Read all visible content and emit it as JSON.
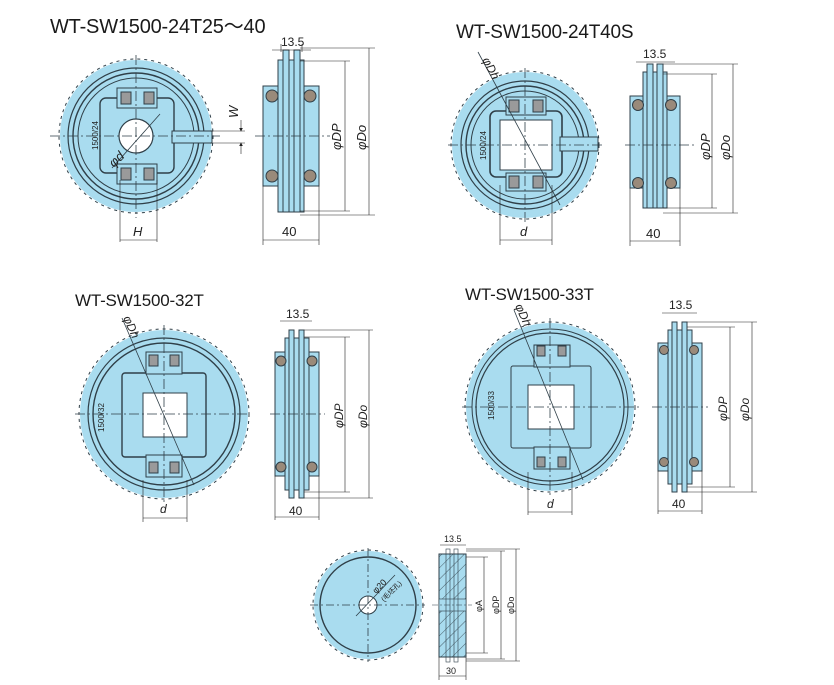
{
  "colors": {
    "body": "#a9dcef",
    "outline": "#2f3f48",
    "background": "#ffffff",
    "bolt": "#9a8a7a"
  },
  "drawings": [
    {
      "title": "WT-SW1500-24T25～40",
      "front_label": "1500/24",
      "bore_label": "φd",
      "key_label_w": "W",
      "width_label_h": "H",
      "side_top_dim": "13.5",
      "side_width_dim": "40",
      "pitch_label": "φDP",
      "outer_label": "φDo"
    },
    {
      "title": "WT-SW1500-24T40S",
      "front_label": "1500/24",
      "hub_label": "φDh",
      "bore_width_label": "d",
      "side_top_dim": "13.5",
      "side_width_dim": "40",
      "pitch_label": "φDP",
      "outer_label": "φDo"
    },
    {
      "title": "WT-SW1500-32T",
      "front_label": "1500/32",
      "hub_label": "φDh",
      "bore_width_label": "d",
      "side_top_dim": "13.5",
      "side_width_dim": "40",
      "pitch_label": "φDP",
      "outer_label": "φDo"
    },
    {
      "title": "WT-SW1500-33T",
      "front_label": "1500/33",
      "hub_label": "φDh",
      "bore_width_label": "d",
      "side_top_dim": "13.5",
      "side_width_dim": "40",
      "pitch_label": "φDP",
      "outer_label": "φDo"
    },
    {
      "title": "",
      "pilot_hole_label": "φ20",
      "pilot_hole_note": "(毛坯孔)",
      "side_top_dim": "13.5",
      "side_width_dim": "30",
      "bore_dim_label": "φA",
      "pitch_label": "φDP",
      "outer_label": "φDo"
    }
  ]
}
